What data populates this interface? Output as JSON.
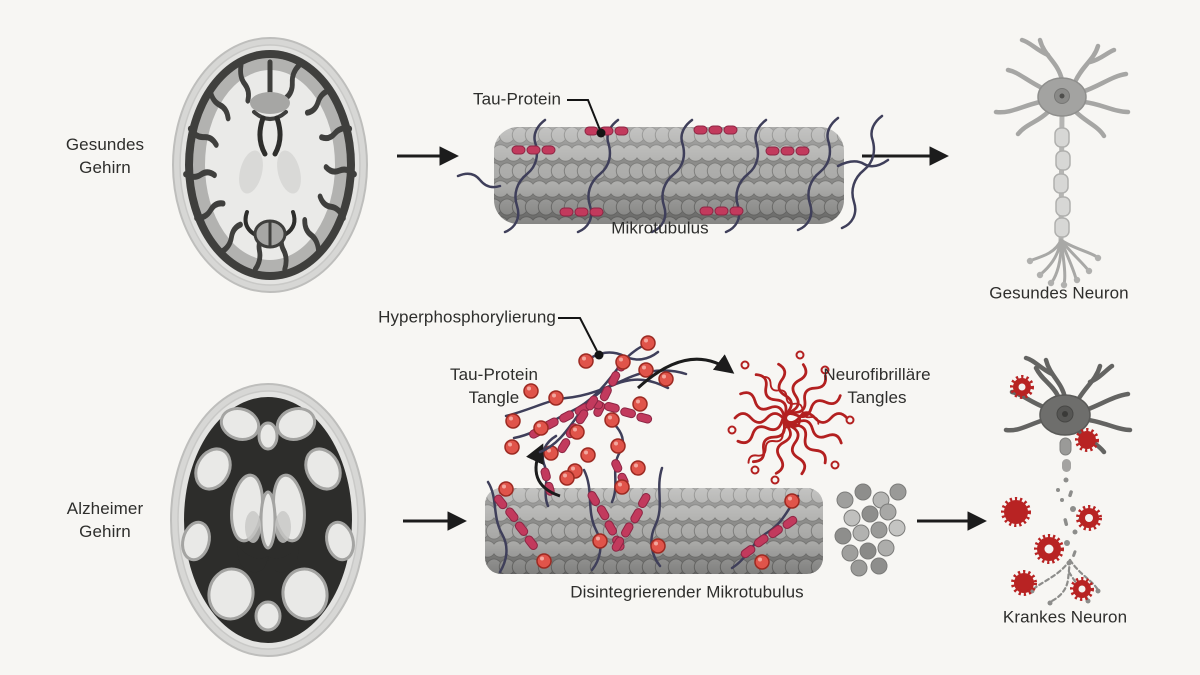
{
  "background": "#f7f6f3",
  "palette": {
    "arrow": "#1c1c1c",
    "tau_red": "#c23a5d",
    "phosphate_red": "#e0544a",
    "tangle_red": "#b32020",
    "squiggle_navy": "#3f3f5a",
    "text": "#2e2e2c"
  },
  "healthy_row": {
    "brain_label": "Gesundes\nGehirn",
    "tau_protein_label": "Tau-Protein",
    "microtubule_label": "Mikrotubulus",
    "neuron_label": "Gesundes Neuron"
  },
  "alzheimer_row": {
    "brain_label": "Alzheimer\nGehirn",
    "hyperphosphorylation_label": "Hyperphosphorylierung",
    "tau_tangle_label": "Tau-Protein\nTangle",
    "neurofibrillary_label": "Neurofibrilläre\nTangles",
    "microtubule_label": "Disintegrierender Mikrotubulus",
    "neuron_label": "Krankes Neuron"
  }
}
